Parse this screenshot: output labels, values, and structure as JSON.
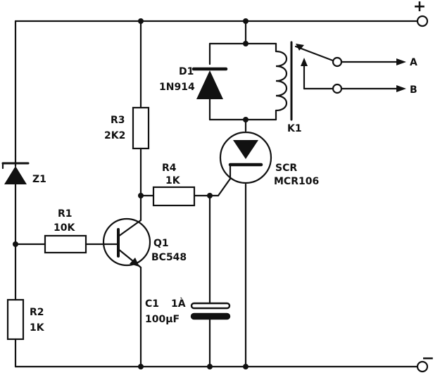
{
  "terminals": {
    "positive": "+",
    "negative": "−",
    "output_a": "A",
    "output_b": "B"
  },
  "components": {
    "z1": {
      "ref": "Z1"
    },
    "r1": {
      "ref": "R1",
      "value": "10K"
    },
    "r2": {
      "ref": "R2",
      "value": "1K"
    },
    "r3": {
      "ref": "R3",
      "value": "2K2"
    },
    "r4": {
      "ref": "R4",
      "value": "1K"
    },
    "q1": {
      "ref": "Q1",
      "value": "BC548"
    },
    "c1": {
      "ref": "C1",
      "value": "100µF",
      "note": "1À"
    },
    "d1": {
      "ref": "D1",
      "value": "1N914"
    },
    "scr": {
      "ref": "SCR",
      "value": "MCR106"
    },
    "k1": {
      "ref": "K1"
    }
  },
  "colors": {
    "ink": "#111111",
    "background": "#ffffff"
  }
}
